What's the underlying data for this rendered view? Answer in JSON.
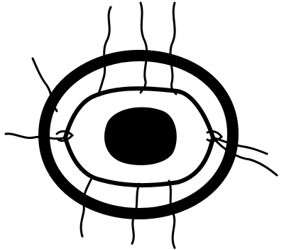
{
  "figure": {
    "background_color": "#ffffff",
    "ink_color": "#000000",
    "elements": [
      "outer-ring",
      "inner-ring",
      "central-blob",
      "wavy-threads"
    ]
  }
}
